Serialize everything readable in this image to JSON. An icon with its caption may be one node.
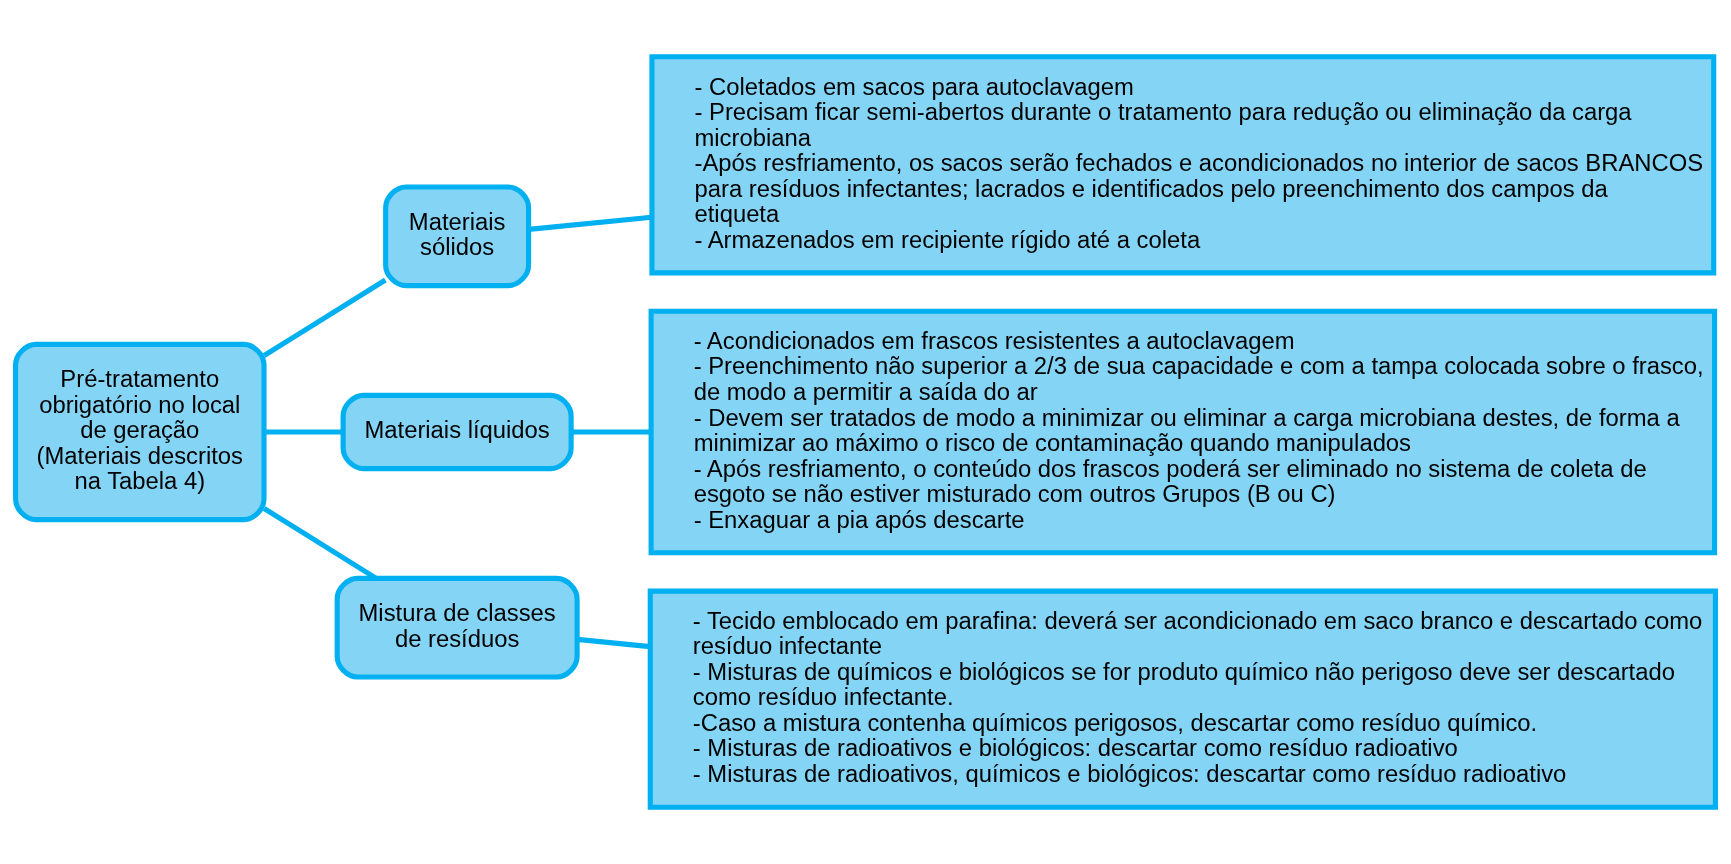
{
  "diagram": {
    "nodes": [
      {
        "text": [
          "Pré-tratamento obrigatório no local de geração",
          "(Materiais descritos na Tabela 4)"
        ]
      },
      {
        "text": [
          "Materiais sólidos"
        ]
      },
      {
        "text": [
          "Materiais líquidos"
        ]
      },
      {
        "text": [
          "Mistura de classes de resíduos"
        ]
      },
      {
        "text": [
          "- Coletados em sacos para autoclavagem",
          "- Precisam ficar semi-abertos durante o tratamento para redução ou eliminação da carga microbiana",
          "-Após resfriamento, os sacos serão fechados e acondicionados no interior de sacos BRANCOS para resíduos infectantes; lacrados e identificados pelo preenchimento dos campos da etiqueta",
          "- Armazenados em recipiente rígido até a coleta"
        ]
      },
      {
        "text": [
          "- Acondicionados em frascos resistentes a autoclavagem",
          "- Preenchimento não superior a 2/3 de sua capacidade e com a tampa colocada sobre o frasco, de modo a permitir a saída do ar",
          "- Devem ser tratados de modo a minimizar ou eliminar a carga microbiana destes, de forma a minimizar ao máximo o risco de contaminação quando manipulados",
          "- Após resfriamento, o conteúdo dos frascos poderá ser eliminado no sistema de coleta de esgoto se não estiver misturado com outros Grupos (B ou C)",
          "- Enxaguar a pia após descarte"
        ]
      },
      {
        "text": [
          "- Tecido emblocado em parafina: deverá ser acondicionado em saco branco e descartado como resíduo infectante",
          "- Misturas de químicos e biológicos se for produto químico não perigoso deve ser descartado como resíduo infectante.",
          "-Caso a mistura contenha químicos perigosos, descartar como resíduo químico.",
          "- Misturas de radioativos e biológicos: descartar como resíduo radioativo",
          "- Misturas de radioativos, químicos e biológicos: descartar como resíduo radioativo"
        ]
      }
    ],
    "edges": [
      {
        "from": 0,
        "to": 1,
        "arrow": "none"
      },
      {
        "from": 0,
        "to": 2,
        "arrow": "none"
      },
      {
        "from": 0,
        "to": 3,
        "arrow": "none"
      },
      {
        "from": 1,
        "to": 4,
        "arrow": "none"
      },
      {
        "from": 2,
        "to": 5,
        "arrow": "none"
      },
      {
        "from": 3,
        "to": 6,
        "arrow": "none"
      }
    ]
  }
}
